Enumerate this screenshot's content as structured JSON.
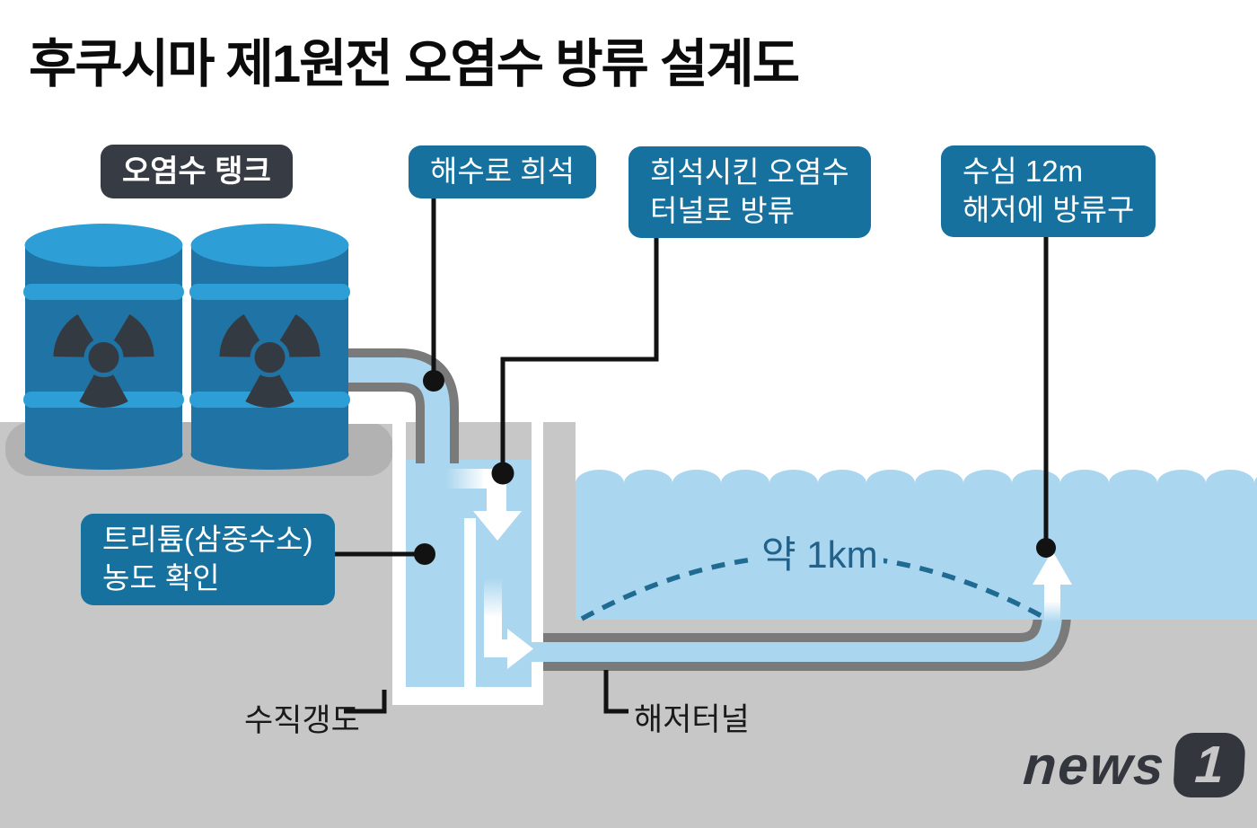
{
  "title": "후쿠시마 제1원전 오염수 방류 설계도",
  "callouts": {
    "tank": {
      "label": "오염수 탱크"
    },
    "dilute": {
      "label": "해수로 희석"
    },
    "discharge": {
      "line1": "희석시킨 오염수",
      "line2": "터널로 방류"
    },
    "depth": {
      "line1": "수심 12m",
      "line2": "해저에 방류구"
    },
    "tritium": {
      "line1": "트리튬(삼중수소)",
      "line2": "농도 확인"
    }
  },
  "annotations": {
    "shaft": "수직갱도",
    "undersea_tunnel": "해저터널",
    "distance": "약 1km"
  },
  "logo": {
    "text": "news",
    "digit": "1"
  },
  "icons": {
    "radiation": "radiation-trefoil-icon"
  },
  "colors": {
    "callout_teal": "#16719f",
    "callout_dark": "#363b44",
    "water_light_blue": "#abd6ef",
    "ground_gray": "#c7c7c7",
    "platform_gray": "#b2b2b2",
    "pipe_border_gray": "#7a7a7a",
    "barrel_body_blue": "#1f73a5",
    "barrel_accent_blue": "#2d9fd6",
    "radiation_symbol": "#343a42",
    "distance_text": "#21618a",
    "leader_line": "#121212",
    "logo_dark": "#33363c"
  }
}
